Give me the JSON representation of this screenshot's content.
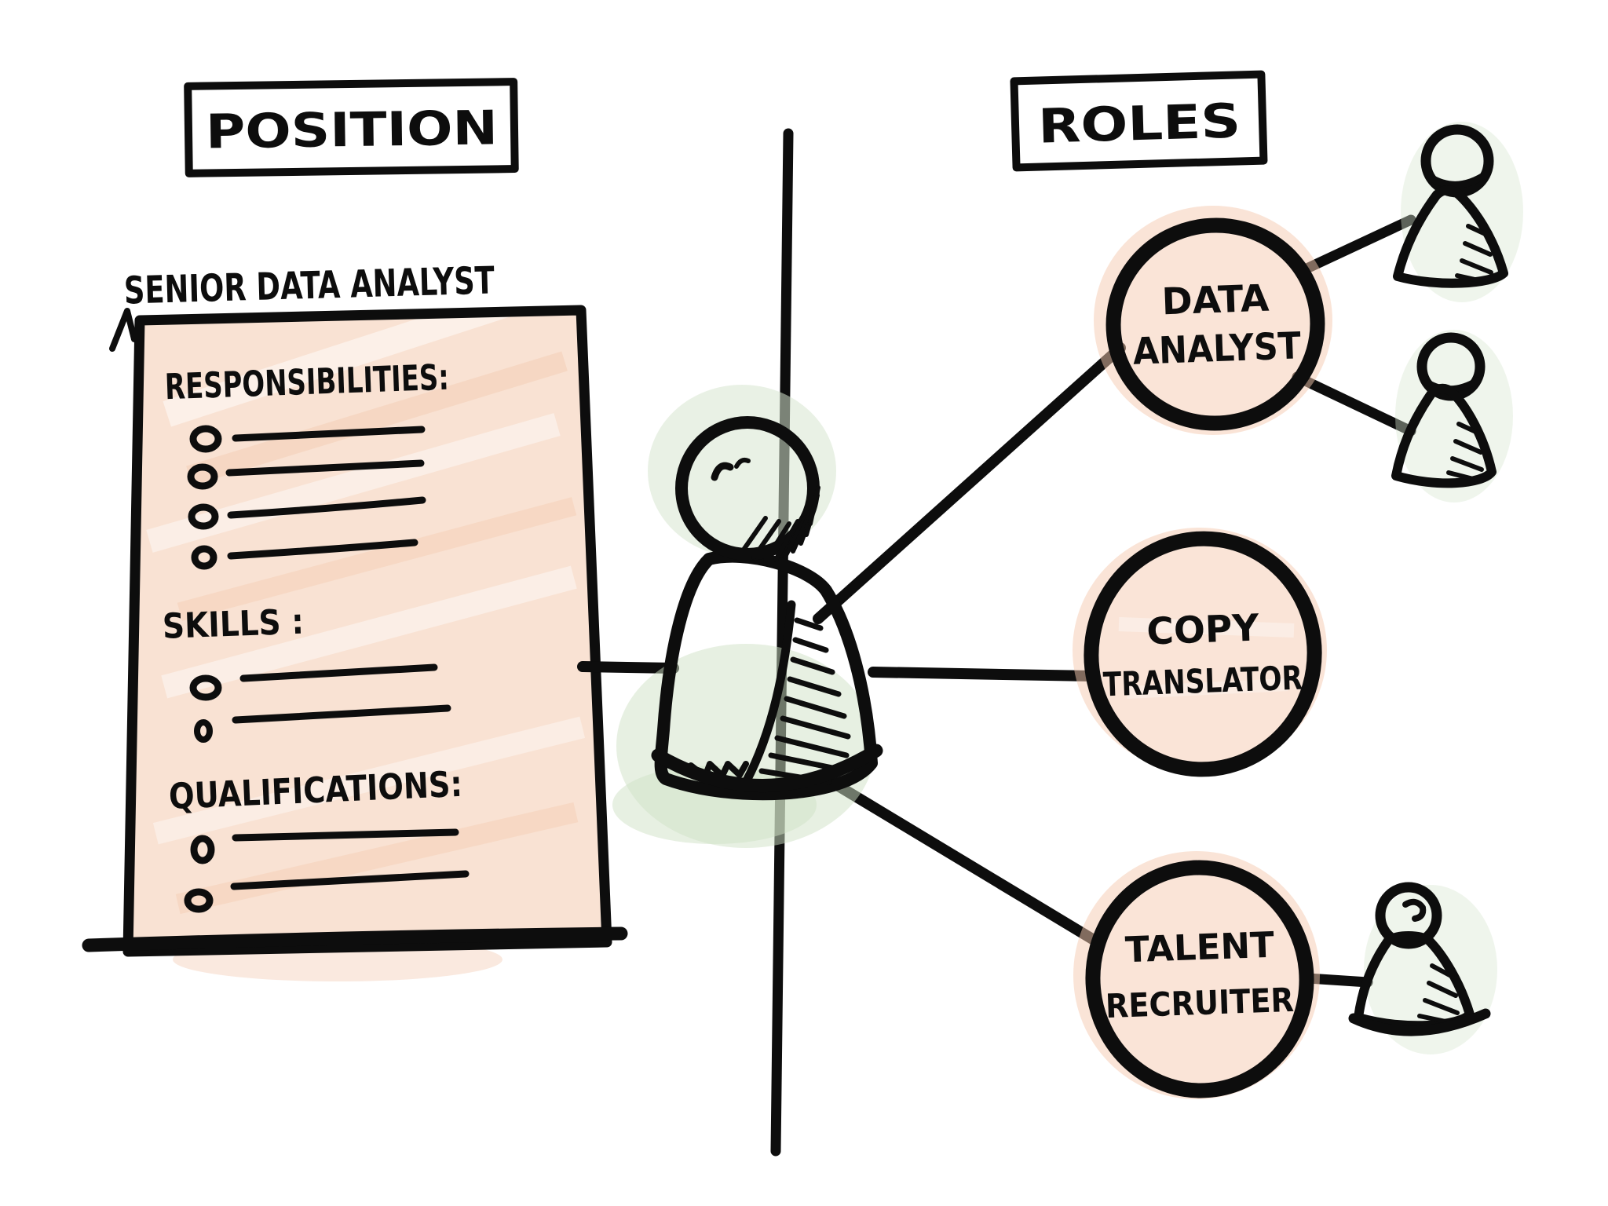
{
  "position_panel": {
    "title": "POSITION",
    "subtitle": "SENIOR DATA ANALYST",
    "document": {
      "sections": [
        {
          "label": "RESPONSIBILITIES:",
          "bullet_count": 4
        },
        {
          "label": "SKILLS :",
          "bullet_count": 2
        },
        {
          "label": "QUALIFICATIONS:",
          "bullet_count": 2
        }
      ]
    }
  },
  "roles_panel": {
    "title": "ROLES",
    "roles": [
      {
        "line1": "DATA",
        "line2": "ANALYST",
        "team_member_count": 2
      },
      {
        "line1": "COPY",
        "line2": "TRANSLATOR",
        "team_member_count": 0
      },
      {
        "line1": "TALENT",
        "line2": "RECRUITER",
        "team_member_count": 1
      }
    ]
  },
  "figures": {
    "candidate": "candidate person between position and roles",
    "team_members_total": 3
  },
  "colors": {
    "ink": "#0d0d0d",
    "peach_paper": "#f9e2d3",
    "peach_deep": "#f3c9ae",
    "peach_circle": "#f8d6c1",
    "green_light": "#d7e5cf",
    "green_mid": "#a8c99b",
    "green_dark": "#7ca96f"
  }
}
